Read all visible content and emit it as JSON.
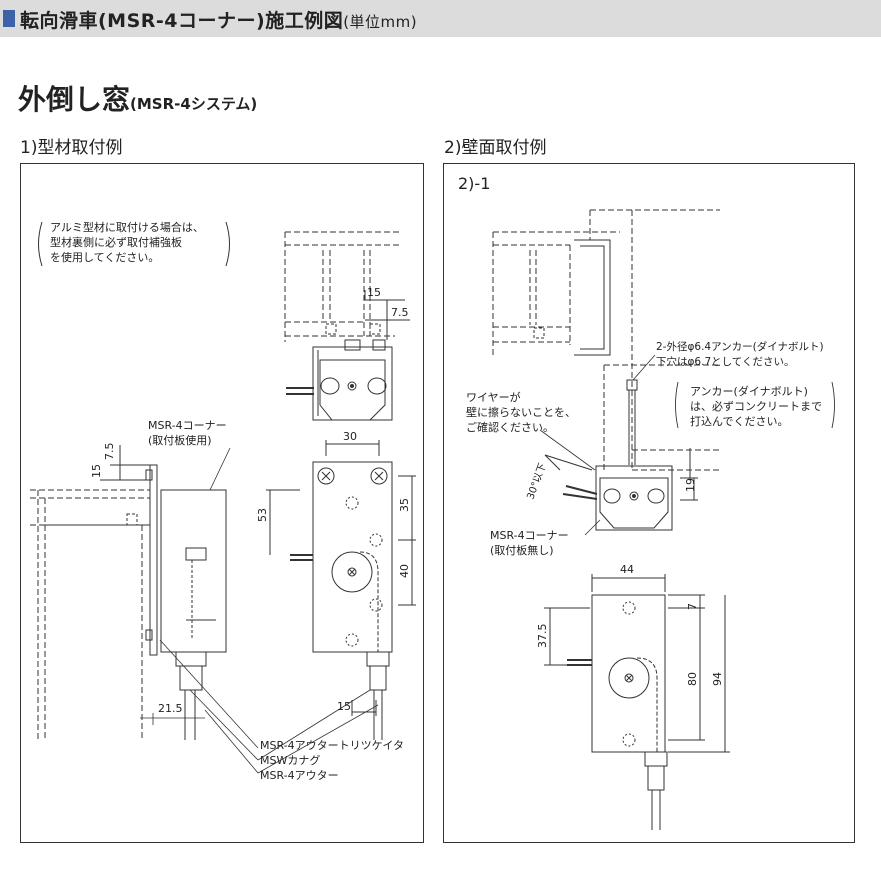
{
  "header": {
    "title": "転向滑車(MSR-4コーナー)施工例図",
    "unit": "(単位mm)"
  },
  "page": {
    "title": "外倒し窓",
    "subtitle": "(MSR-4システム)"
  },
  "section1": {
    "title": "1)型材取付例",
    "note": [
      "アルミ型材に取付ける場合は、",
      "型材裏側に必ず取付補強板",
      "を使用してください。"
    ],
    "corner_label": [
      "MSR-4コーナー",
      "(取付板使用)"
    ],
    "parts": [
      "MSR-4アウタートリツケイタ",
      "MSWカナグ",
      "MSR-4アウター"
    ],
    "dims": {
      "d15a": "15",
      "d7_5a": "7.5",
      "d30": "30",
      "d53": "53",
      "d35": "35",
      "d40": "40",
      "d15b": "15",
      "d7_5b": "7.5",
      "d15c": "15",
      "d21_5": "21.5"
    }
  },
  "section2": {
    "title": "2)壁面取付例",
    "subtitle": "2)-1",
    "anchor_label": [
      "2-外径φ6.4アンカー(ダイナボルト)",
      "下穴はφ6.7としてください。"
    ],
    "anchor_note": [
      "アンカー(ダイナボルト)",
      "は、必ずコンクリートまで",
      "打込んでください。"
    ],
    "wire_note": [
      "ワイヤーが",
      "壁に擦らないことを、",
      "ご確認ください。"
    ],
    "corner_label": [
      "MSR-4コーナー",
      "(取付板無し)"
    ],
    "angle": "30°以下",
    "dims": {
      "d19": "19",
      "d44": "44",
      "d7": "7",
      "d37_5": "37.5",
      "d80": "80",
      "d94": "94"
    }
  }
}
